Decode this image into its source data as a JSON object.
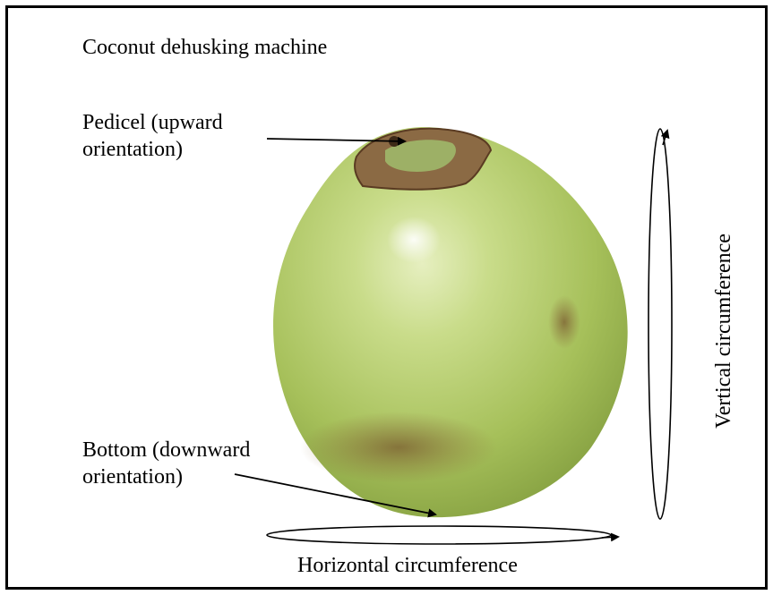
{
  "title": "Coconut dehusking machine",
  "labels": {
    "pedicel": [
      "Pedicel (upward",
      "orientation)"
    ],
    "bottom": [
      "Bottom (downward",
      "orientation)"
    ],
    "vertical": "Vertical circumference",
    "horizontal": "Horizontal circumference"
  },
  "colors": {
    "husk_light": "#c9dc8a",
    "husk_mid": "#a6c05a",
    "husk_dark": "#7f9a3c",
    "pedicel_brown": "#6b4a2b",
    "bruise_brown": "#8a6a3a",
    "stroke": "#000000"
  }
}
